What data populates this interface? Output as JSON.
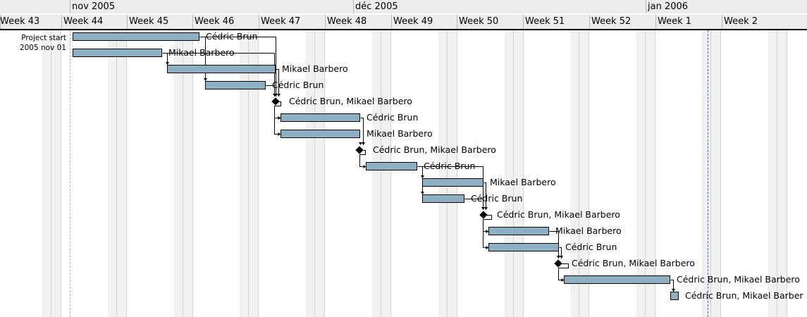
{
  "timeline": {
    "months": [
      "nov 2005",
      "déc 2005",
      "jan 2006"
    ],
    "weeks": [
      "Week 43",
      "Week 44",
      "Week 45",
      "Week 46",
      "Week 47",
      "Week 48",
      "Week 49",
      "Week 50",
      "Week 51",
      "Week 52",
      "Week 1",
      "Week 2"
    ]
  },
  "project_start": {
    "line1": "Project start",
    "line2": "2005 nov 01"
  },
  "tasks": [
    {
      "type": "task",
      "resources": "Cédric Brun"
    },
    {
      "type": "task",
      "resources": "Mikael Barbero"
    },
    {
      "type": "task",
      "resources": "Mikael Barbero"
    },
    {
      "type": "task",
      "resources": "Cédric Brun"
    },
    {
      "type": "milestone",
      "resources": "Cédric Brun, Mikael Barbero"
    },
    {
      "type": "task",
      "resources": "Cédric Brun"
    },
    {
      "type": "task",
      "resources": "Mikael Barbero"
    },
    {
      "type": "milestone",
      "resources": "Cédric Brun, Mikael Barbero"
    },
    {
      "type": "task",
      "resources": "Cédric Brun"
    },
    {
      "type": "task",
      "resources": "Mikael Barbero"
    },
    {
      "type": "task",
      "resources": "Cédric Brun"
    },
    {
      "type": "milestone",
      "resources": "Cédric Brun, Mikael Barbero"
    },
    {
      "type": "task",
      "resources": "Mikael Barbero"
    },
    {
      "type": "task",
      "resources": "Cédric Brun"
    },
    {
      "type": "milestone",
      "resources": "Cédric Brun, Mikael Barbero"
    },
    {
      "type": "task",
      "resources": "Cédric Brun, Mikael Barbero"
    },
    {
      "type": "task",
      "resources": "Cédric Brun, Mikael Barber"
    }
  ],
  "colors": {
    "bar_fill": "#8eb0c4",
    "header_bg": "#ececec",
    "weekend_bg": "#f1f1f1",
    "today_line": "#4a6a9a"
  }
}
